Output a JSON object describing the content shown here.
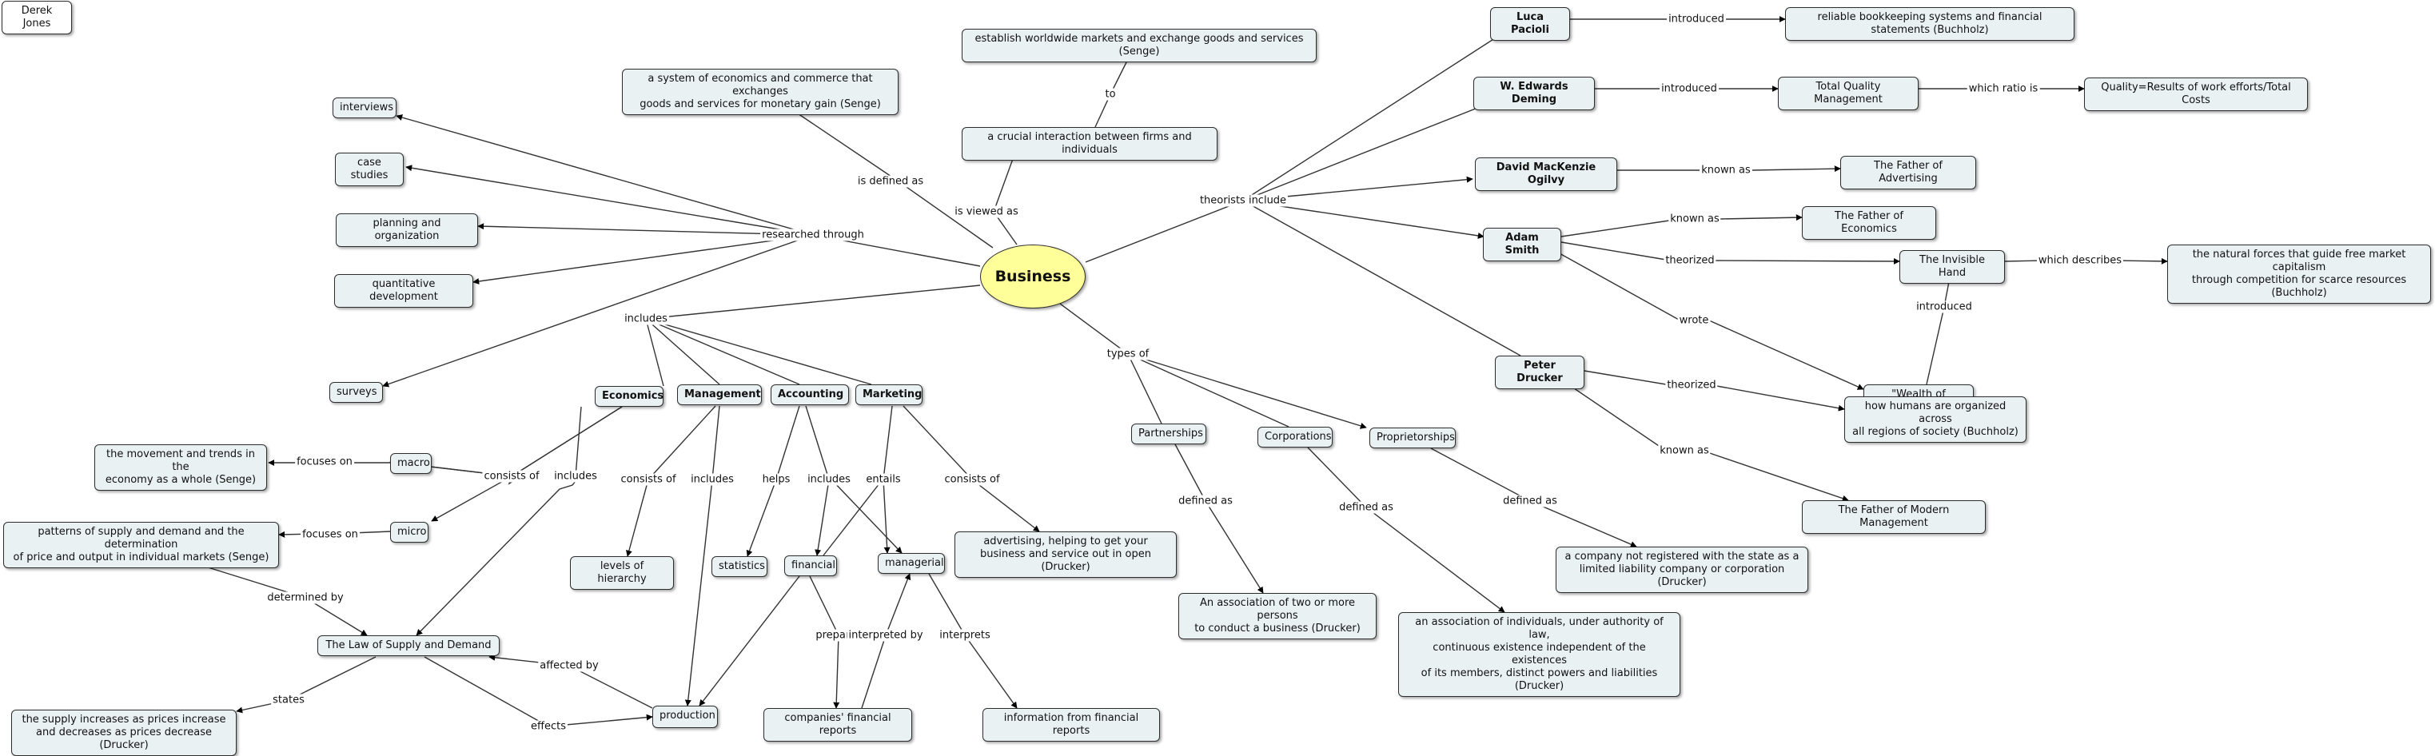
{
  "author": "Derek Jones",
  "center": "Business",
  "nodes": {
    "senge_definition": "a system of economics and commerce that exchanges\ngoods and services for monetary gain (Senge)",
    "interaction": "a crucial interaction between firms and individuals",
    "establish": "establish worldwide markets and exchange goods and services (Senge)",
    "interviews": "interviews",
    "case_studies": "case studies",
    "planning": "planning and organization",
    "quantitative": "quantitative development",
    "surveys": "surveys",
    "economics": "Economics",
    "management": "Management",
    "accounting": "Accounting",
    "marketing": "Marketing",
    "macro": "macro",
    "micro": "micro",
    "macro_desc": "the movement and trends in the\neconomy as a whole (Senge)",
    "micro_desc": "patterns of supply and demand and the determination\nof price and output in individual markets (Senge)",
    "law": "The Law of Supply and Demand",
    "law_states": "the supply increases as prices increase\nand decreases as prices decrease (Drucker)",
    "production": "production",
    "levels": "levels of hierarchy",
    "statistics": "statistics",
    "financial": "financial",
    "managerial": "managerial",
    "reports": "companies' financial reports",
    "information": "information from financial reports",
    "advertising": "advertising, helping to get your\nbusiness and service out in open (Drucker)",
    "partnerships": "Partnerships",
    "corporations": "Corporations",
    "proprietorships": "Proprietorships",
    "partnership_def": "An association of two or more persons\nto conduct a business (Drucker)",
    "corporation_def": "an association of individuals, under authority of law,\ncontinuous existence independent of the existences\nof its members, distinct powers and liabilities (Drucker)",
    "proprietorship_def": "a company not registered with the state as a\nlimited liability company or corporation (Drucker)",
    "pacioli": "Luca Pacioli",
    "bookkeeping": "reliable bookkeeping systems and financial statements (Buchholz)",
    "deming": "W. Edwards Deming",
    "tqm": "Total Quality Management",
    "quality": "Quality=Results of work efforts/Total Costs",
    "ogilvy": "David MacKenzie Ogilvy",
    "father_advertising": "The Father of Advertising",
    "smith": "Adam Smith",
    "father_economics": "The Father of Economics",
    "invisible_hand": "The Invisible Hand",
    "natural_forces": "the natural forces that guide free market capitalism\nthrough competition for scarce resources (Buchholz)",
    "wealth": "\"Wealth of Nations\"",
    "drucker": "Peter Drucker",
    "humans_organized": "how humans are organized across\nall regions of society (Buchholz)",
    "father_management": "The Father of Modern Management"
  },
  "links": {
    "is_defined_as": "is defined as",
    "is_viewed_as": "is viewed as",
    "to": "to",
    "researched_through": "researched through",
    "includes": "includes",
    "types_of": "types of",
    "theorists_include": "theorists include",
    "econ_consists_of": "consists of",
    "econ_includes": "includes",
    "focuses_on_macro": "focuses on",
    "focuses_on_micro": "focuses on",
    "determined_by": "determined by",
    "states": "states",
    "effects": "effects",
    "affected_by": "affected by",
    "mgmt_consists_of": "consists of",
    "mgmt_includes": "includes",
    "helps": "helps",
    "acct_includes": "includes",
    "entails": "entails",
    "mkt_consists_of": "consists of",
    "prepares": "prepares",
    "interpreted_by": "interpreted by",
    "interprets": "interprets",
    "part_defined_as": "defined as",
    "corp_defined_as": "defined as",
    "prop_defined_as": "defined as",
    "pacioli_introduced": "introduced",
    "deming_introduced": "introduced",
    "which_ratio_is": "which ratio is",
    "ogilvy_known_as": "known as",
    "smith_known_as": "known as",
    "theorized_smith": "theorized",
    "which_describes": "which describes",
    "wrote": "wrote",
    "wealth_introduced": "introduced",
    "theorized_drucker": "theorized",
    "drucker_known_as": "known as"
  }
}
